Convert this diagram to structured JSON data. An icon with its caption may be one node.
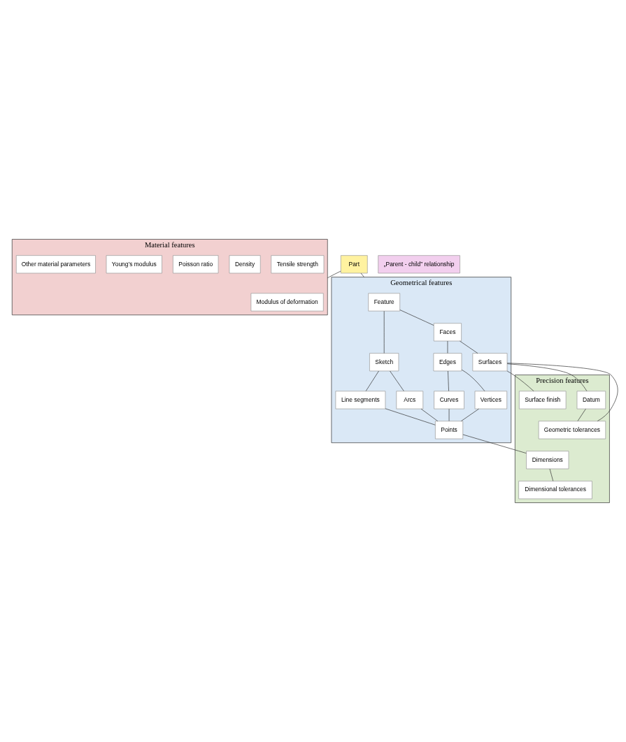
{
  "diagram": {
    "nodes": [
      {
        "text": [
          "Part"
        ]
      },
      {
        "text": [
          "Material features"
        ]
      },
      {
        "text": [
          "Modulus of deformation"
        ],
        "in": 1
      },
      {
        "text": [
          "Tensile strength"
        ],
        "in": 1
      },
      {
        "text": [
          "Density"
        ],
        "in": 1
      },
      {
        "text": [
          "Poisson ratio"
        ],
        "in": 1
      },
      {
        "text": [
          "Young’s modulus"
        ],
        "in": 1
      },
      {
        "text": [
          "Other material parameters"
        ],
        "in": 1
      },
      {
        "text": [
          "Geometrical features"
        ]
      },
      {
        "text": [
          "Feature"
        ],
        "in": 8
      },
      {
        "text": [
          "Sketch"
        ],
        "in": 8
      },
      {
        "text": [
          "Faces"
        ],
        "in": 8
      },
      {
        "text": [
          "Surfaces"
        ],
        "in": 8
      },
      {
        "text": [
          "Edges"
        ],
        "in": 8
      },
      {
        "text": [
          "Line segments"
        ],
        "in": 8
      },
      {
        "text": [
          "Curves"
        ],
        "in": 8
      },
      {
        "text": [
          "Arcs"
        ],
        "in": 8
      },
      {
        "text": [
          "Vertices"
        ],
        "in": 8
      },
      {
        "text": [
          "Points"
        ],
        "in": 8
      },
      {
        "text": [
          "Precision features"
        ]
      },
      {
        "text": [
          "Dimensions"
        ],
        "in": 19
      },
      {
        "text": [
          "Datum"
        ],
        "in": 19
      },
      {
        "text": [
          "Surface finish"
        ],
        "in": 19
      },
      {
        "text": [
          "Dimensional tolerances"
        ],
        "in": 19
      },
      {
        "text": [
          "Geometric tolerances"
        ],
        "in": 19
      },
      {
        "text": [
          "„Parent - child” relationship"
        ]
      }
    ],
    "edges": [
      {
        "from": 0,
        "to": 1,
        "arrow": "none"
      },
      {
        "from": 0,
        "to": 8,
        "arrow": "none"
      },
      {
        "from": 9,
        "to": 10,
        "arrow": "none"
      },
      {
        "from": 9,
        "to": 11,
        "arrow": "none"
      },
      {
        "from": 10,
        "to": 14,
        "arrow": "none"
      },
      {
        "from": 10,
        "to": 16,
        "arrow": "none"
      },
      {
        "from": 11,
        "to": 12,
        "arrow": "none"
      },
      {
        "from": 11,
        "to": 13,
        "arrow": "none"
      },
      {
        "from": 13,
        "to": 15,
        "arrow": "none"
      },
      {
        "from": 13,
        "to": 17,
        "arrow": "none"
      },
      {
        "from": 14,
        "to": 18,
        "arrow": "none"
      },
      {
        "from": 16,
        "to": 18,
        "arrow": "none"
      },
      {
        "from": 17,
        "to": 18,
        "arrow": "none"
      },
      {
        "from": 15,
        "to": 18,
        "arrow": "none"
      },
      {
        "from": 18,
        "to": 20,
        "arrow": "none"
      },
      {
        "from": 20,
        "to": 23,
        "arrow": "none"
      },
      {
        "from": 12,
        "to": 21,
        "arrow": "none"
      },
      {
        "from": 12,
        "to": 22,
        "arrow": "none"
      },
      {
        "from": 12,
        "to": 24,
        "arrow": "none"
      },
      {
        "from": 21,
        "to": 24,
        "arrow": "none"
      }
    ]
  }
}
